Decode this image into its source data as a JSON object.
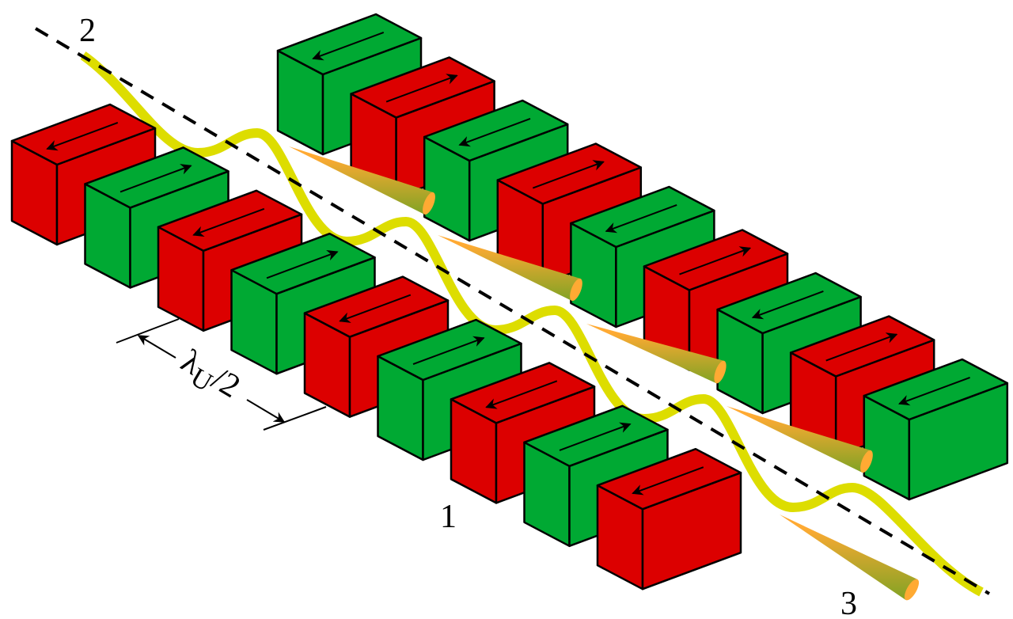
{
  "labels": {
    "electron_beam": "2",
    "magnet_array": "1",
    "radiation": "3",
    "period_symbol": "λ",
    "period_subscript": "U",
    "period_suffix": "/2"
  },
  "colors": {
    "red_magnet": "#dc0000",
    "green_magnet": "#00a933",
    "trajectory": "#dddd00",
    "cone_light": "#ffaa33",
    "cone_dark": "#88a325",
    "outline": "#000000"
  },
  "front_row": [
    {
      "color": "red",
      "arrow": "left"
    },
    {
      "color": "green",
      "arrow": "right"
    },
    {
      "color": "red",
      "arrow": "left"
    },
    {
      "color": "green",
      "arrow": "right"
    },
    {
      "color": "red",
      "arrow": "left"
    },
    {
      "color": "green",
      "arrow": "right"
    },
    {
      "color": "red",
      "arrow": "left"
    },
    {
      "color": "green",
      "arrow": "right"
    },
    {
      "color": "red",
      "arrow": "left"
    }
  ],
  "back_row": [
    {
      "color": "green",
      "arrow": "left"
    },
    {
      "color": "red",
      "arrow": "right"
    },
    {
      "color": "green",
      "arrow": "left"
    },
    {
      "color": "red",
      "arrow": "right"
    },
    {
      "color": "green",
      "arrow": "left"
    },
    {
      "color": "red",
      "arrow": "right"
    },
    {
      "color": "green",
      "arrow": "left"
    },
    {
      "color": "red",
      "arrow": "right"
    },
    {
      "color": "green",
      "arrow": "left"
    }
  ]
}
